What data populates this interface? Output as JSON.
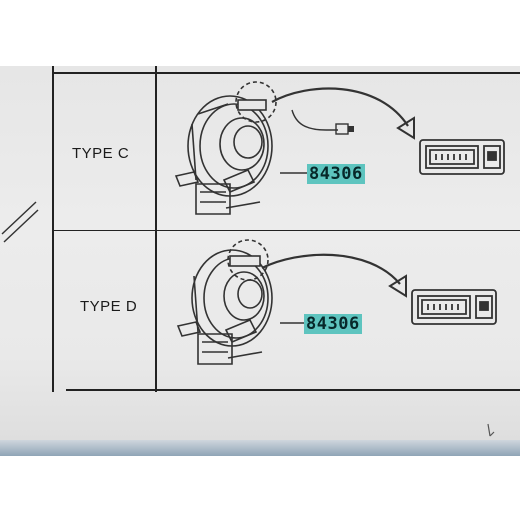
{
  "rows": [
    {
      "type_label": "TYPE C",
      "part_number": "84306"
    },
    {
      "type_label": "TYPE D",
      "part_number": "84306"
    }
  ],
  "colors": {
    "part_highlight": "#5ec4bf",
    "line": "#222222",
    "background": "#e8e8e8"
  },
  "icons": [
    "spiral-cable-clock-spring-icon",
    "connector-icon",
    "arrow-icon"
  ]
}
